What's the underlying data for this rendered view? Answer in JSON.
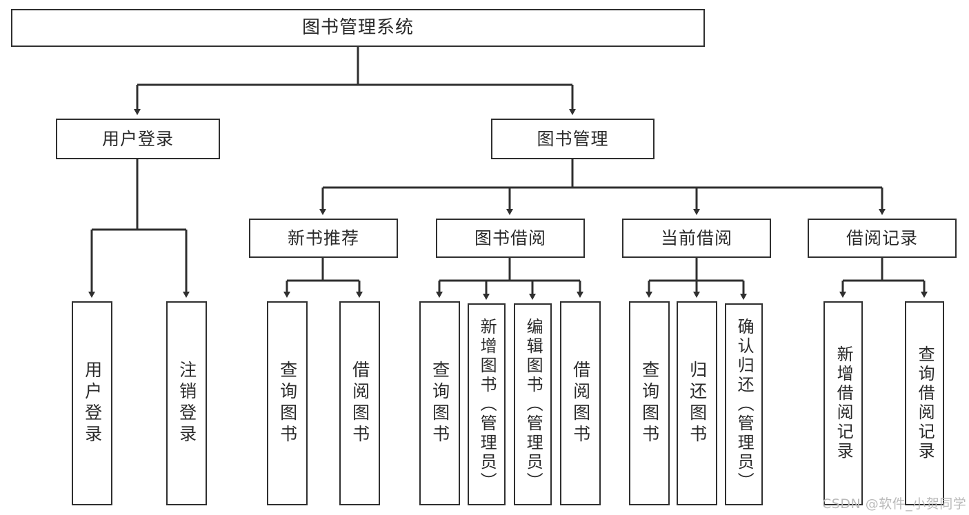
{
  "diagram": {
    "title": "图书管理系统",
    "type": "hierarchy-tree",
    "root": {
      "label": "图书管理系统"
    },
    "level1": [
      {
        "label": "用户登录"
      },
      {
        "label": "图书管理"
      }
    ],
    "level2": [
      {
        "label": "新书推荐",
        "parent": "图书管理"
      },
      {
        "label": "图书借阅",
        "parent": "图书管理"
      },
      {
        "label": "当前借阅",
        "parent": "图书管理"
      },
      {
        "label": "借阅记录",
        "parent": "图书管理"
      }
    ],
    "leaves": {
      "user_login": [
        {
          "label": "用户登录"
        },
        {
          "label": "注销登录"
        }
      ],
      "new_book_recommend": [
        {
          "label": "查询图书"
        },
        {
          "label": "借阅图书"
        }
      ],
      "book_borrow": [
        {
          "label": "查询图书"
        },
        {
          "label": "新增图书（管理员）"
        },
        {
          "label": "编辑图书（管理员）"
        },
        {
          "label": "借阅图书"
        }
      ],
      "current_borrow": [
        {
          "label": "查询图书"
        },
        {
          "label": "归还图书"
        },
        {
          "label": "确认归还（管理员）"
        }
      ],
      "borrow_record": [
        {
          "label": "新增借阅记录"
        },
        {
          "label": "查询借阅记录"
        }
      ]
    }
  },
  "watermark": {
    "text": "CSDN @软件_小贺同学"
  },
  "colors": {
    "stroke": "#2f2f2f",
    "background": "#ffffff",
    "text": "#2a2a2a",
    "watermark": "#b9b9b9"
  }
}
